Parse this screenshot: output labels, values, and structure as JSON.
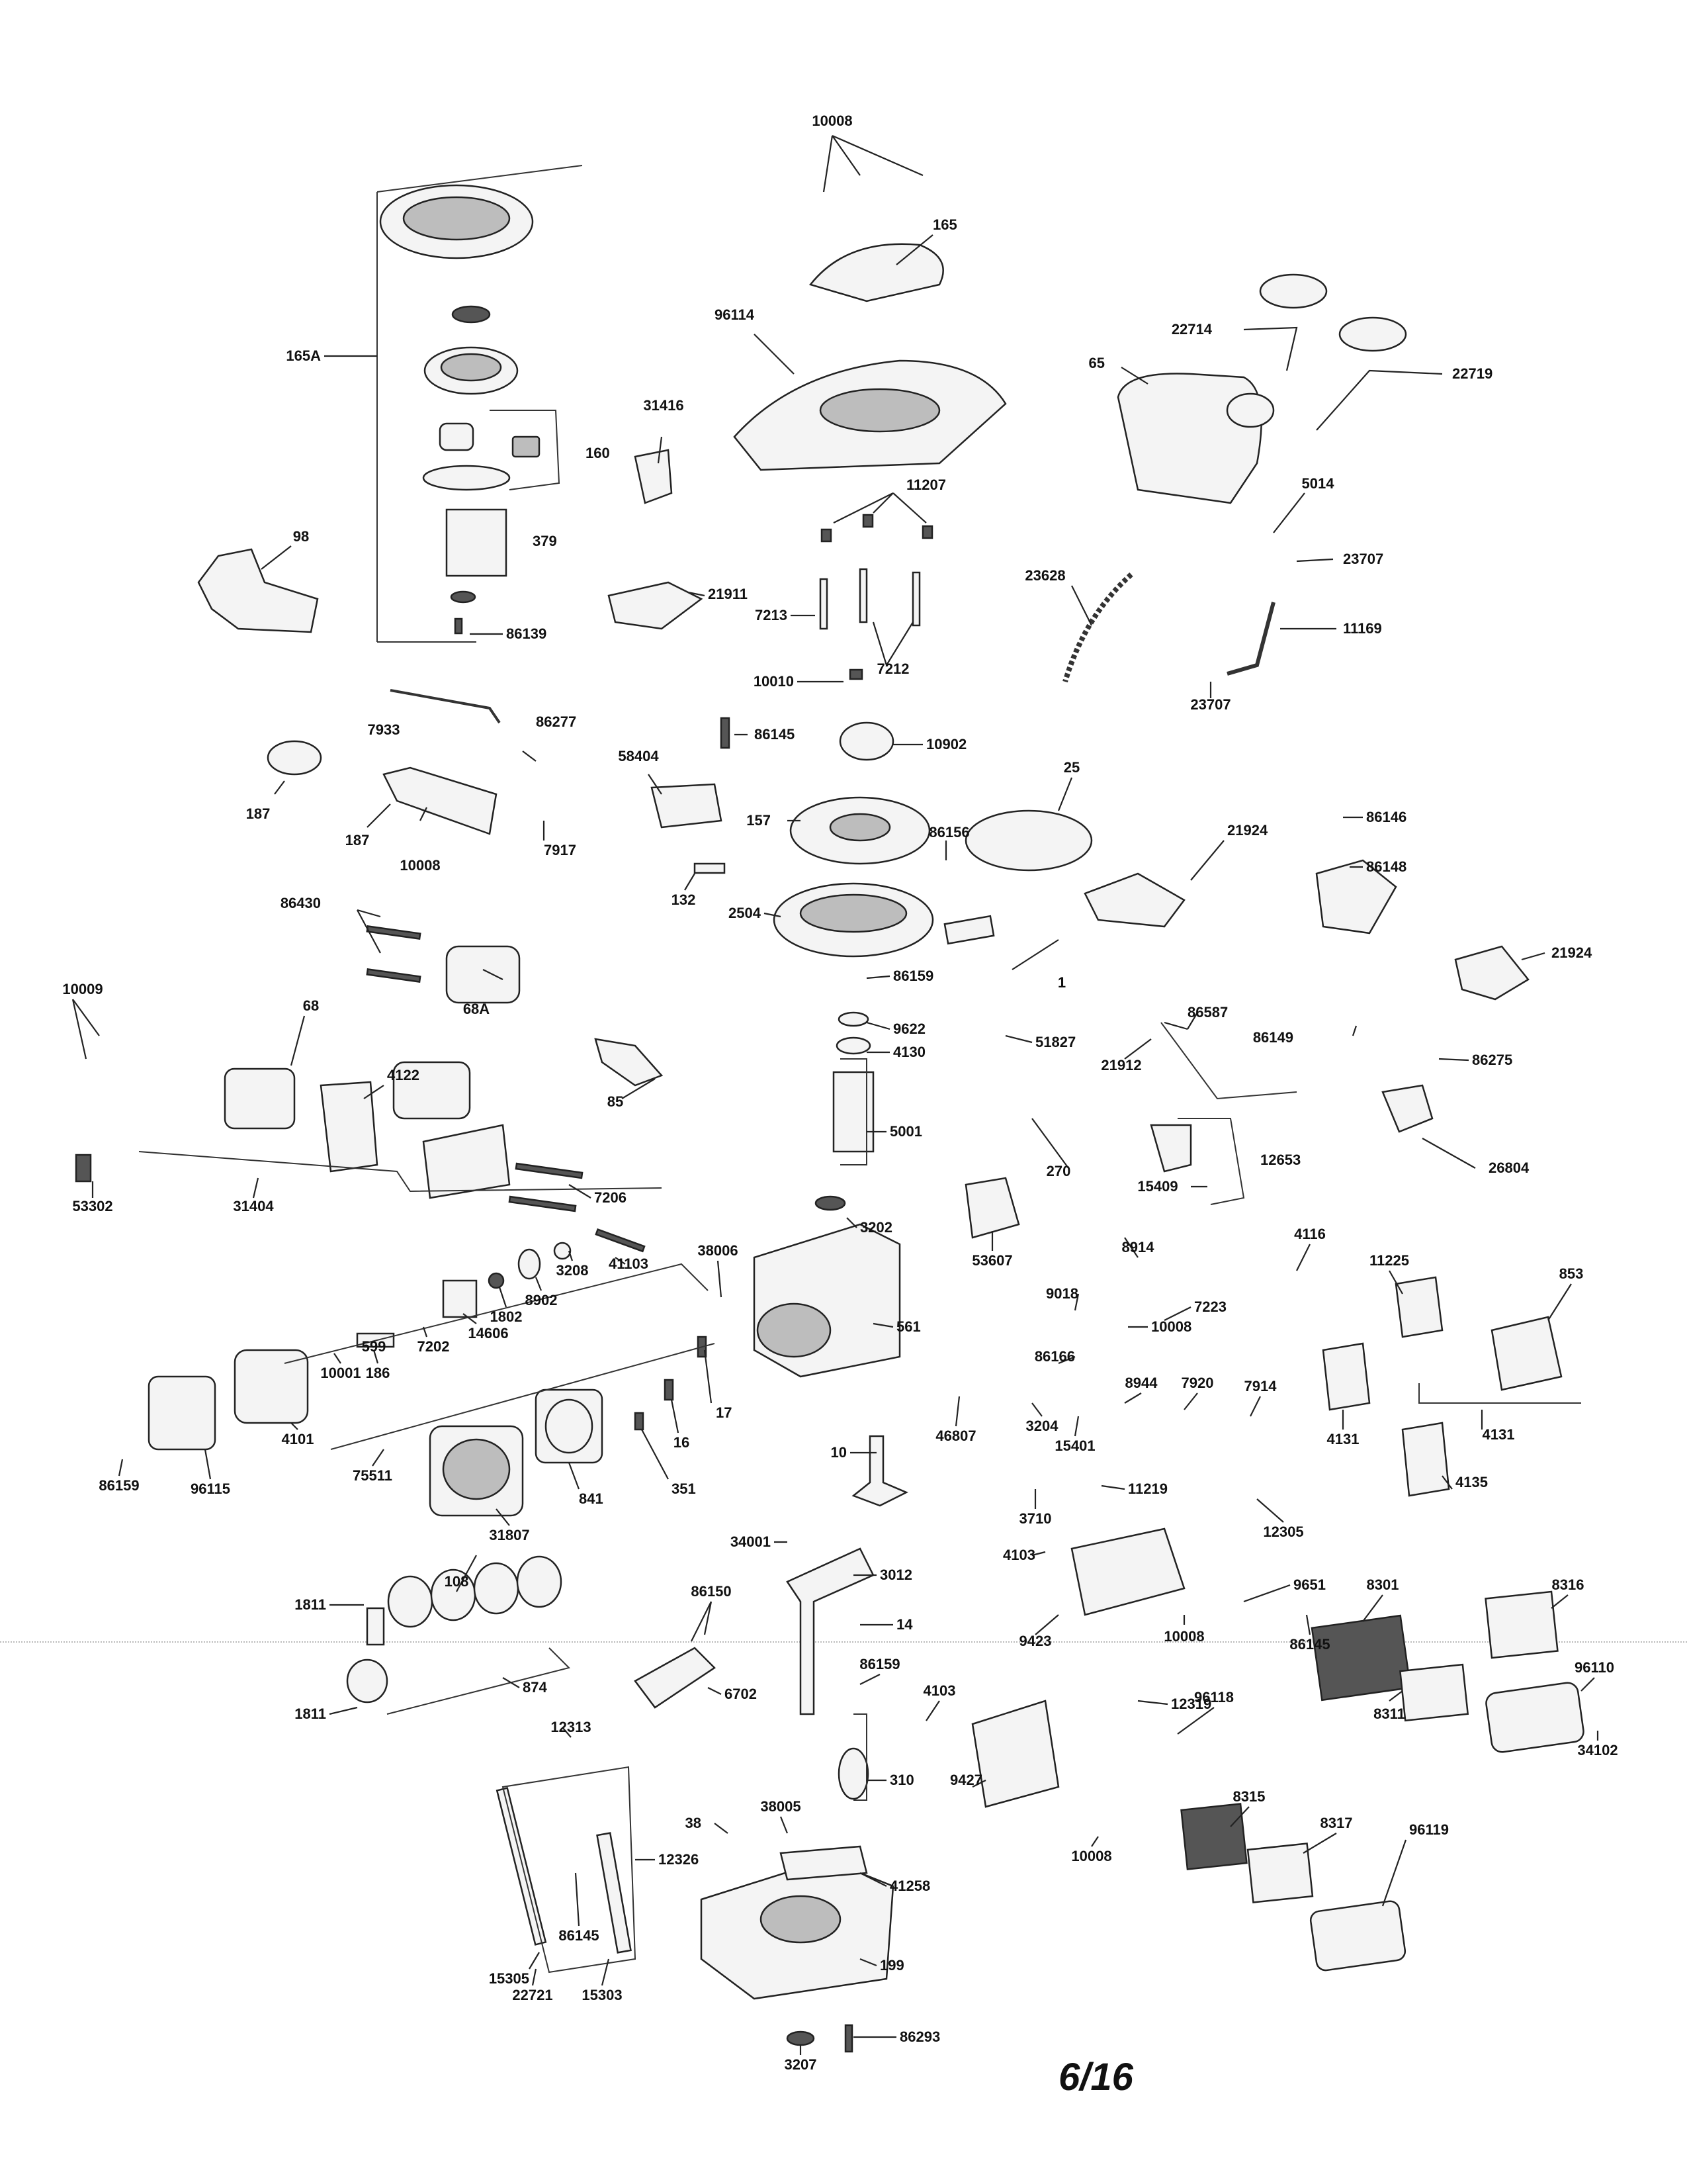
{
  "page_number": "6/16",
  "part_labels": [
    "10008",
    "165",
    "96114",
    "22714",
    "22719",
    "65",
    "165A",
    "31416",
    "160",
    "379",
    "5014",
    "23707",
    "98",
    "11207",
    "21911",
    "7213",
    "23628",
    "11169",
    "86139",
    "10010",
    "7212",
    "23707",
    "7933",
    "86277",
    "86145",
    "10902",
    "58404",
    "86146",
    "187",
    "86156",
    "25",
    "187",
    "157",
    "7917",
    "10008",
    "21924",
    "86148",
    "86430",
    "132",
    "2504",
    "10009",
    "68",
    "4122",
    "68A",
    "86159",
    "1",
    "21924",
    "9622",
    "4130",
    "86587",
    "51827",
    "86149",
    "21912",
    "85",
    "86275",
    "5001",
    "270",
    "12653",
    "26804",
    "15409",
    "53302",
    "31404",
    "7206",
    "3202",
    "53607",
    "8914",
    "4116",
    "11225",
    "41103",
    "38006",
    "853",
    "3208",
    "8902",
    "1802",
    "9018",
    "7223",
    "561",
    "14606",
    "10008",
    "7202",
    "86166",
    "186",
    "10001",
    "599",
    "8944",
    "7920",
    "7914",
    "17",
    "46807",
    "3204",
    "4101",
    "15401",
    "4131",
    "4131",
    "16",
    "4135",
    "86159",
    "96115",
    "75511",
    "10",
    "351",
    "841",
    "11219",
    "3710",
    "12305",
    "31807",
    "34001",
    "4103",
    "3012",
    "86150",
    "9651",
    "8301",
    "8316",
    "108",
    "1811",
    "14",
    "9423",
    "10008",
    "86145",
    "96110",
    "874",
    "12319",
    "1811",
    "6702",
    "86159",
    "4103",
    "8311",
    "34102",
    "12313",
    "96118",
    "310",
    "8315",
    "8317",
    "9427",
    "38",
    "38005",
    "12326",
    "10008",
    "96119",
    "41258",
    "86145",
    "15305",
    "199",
    "22721",
    "15303",
    "3207",
    "86293"
  ]
}
